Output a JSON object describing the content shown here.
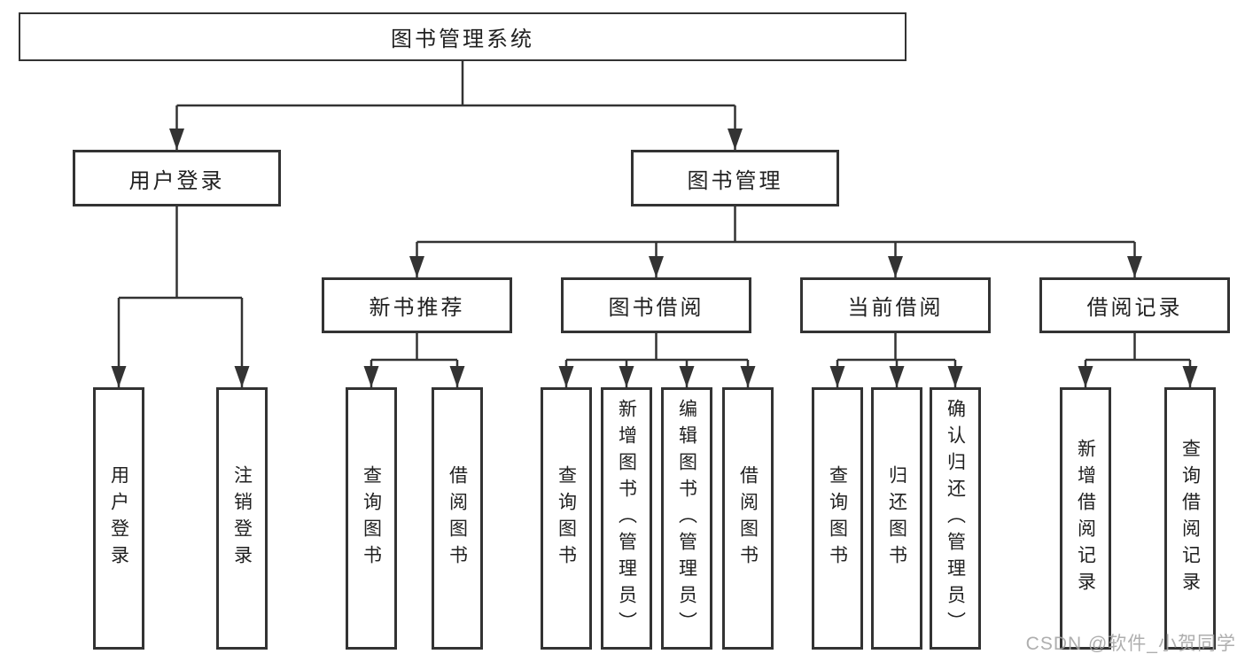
{
  "colors": {
    "line": "#333333",
    "text": "#212121",
    "watermark": "#a3a3a3",
    "background": "#ffffff"
  },
  "tree": {
    "root": "图书管理系统",
    "branches": [
      "用户登录",
      "图书管理"
    ],
    "sections": [
      "新书推荐",
      "图书借阅",
      "当前借阅",
      "借阅记录"
    ],
    "user_leaves": [
      "用户登录",
      "注销登录"
    ],
    "recommend_leaves": [
      "查询图书",
      "借阅图书"
    ],
    "borrow_leaves": [
      "查询图书",
      "新增图书（管理员）",
      "编辑图书（管理员）",
      "借阅图书"
    ],
    "current_leaves": [
      "查询图书",
      "归还图书",
      "确认归还（管理员）"
    ],
    "record_leaves": [
      "新增借阅记录",
      "查询借阅记录"
    ]
  },
  "watermark": "CSDN @软件_小贺同学"
}
